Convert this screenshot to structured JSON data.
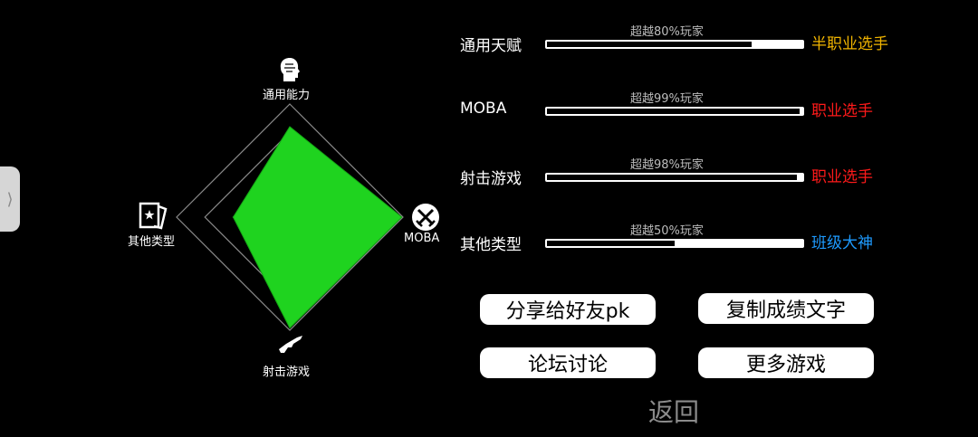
{
  "side_tab": {
    "glyph": "⟩"
  },
  "radar": {
    "axes": [
      {
        "label": "通用能力",
        "icon": "head-icon",
        "value": 0.8
      },
      {
        "label": "MOBA",
        "icon": "swords-icon",
        "value": 0.99
      },
      {
        "label": "射击游戏",
        "icon": "rifle-icon",
        "value": 0.98
      },
      {
        "label": "其他类型",
        "icon": "cards-icon",
        "value": 0.5
      }
    ],
    "fill_color": "#1fd31f",
    "grid_color": "#8a8a8a"
  },
  "stats": [
    {
      "name": "通用天赋",
      "caption": "超越80%玩家",
      "percent": 80,
      "rank": "半职业选手",
      "rank_color": "#f0b400"
    },
    {
      "name": "MOBA",
      "caption": "超越99%玩家",
      "percent": 99,
      "rank": "职业选手",
      "rank_color": "#ff1a1a"
    },
    {
      "name": "射击游戏",
      "caption": "超越98%玩家",
      "percent": 98,
      "rank": "职业选手",
      "rank_color": "#ff1a1a"
    },
    {
      "name": "其他类型",
      "caption": "超越50%玩家",
      "percent": 50,
      "rank": "班级大神",
      "rank_color": "#1e9bff"
    }
  ],
  "buttons": {
    "share": "分享给好友pk",
    "copy": "复制成绩文字",
    "forum": "论坛讨论",
    "more_games": "更多游戏",
    "back": "返回"
  }
}
